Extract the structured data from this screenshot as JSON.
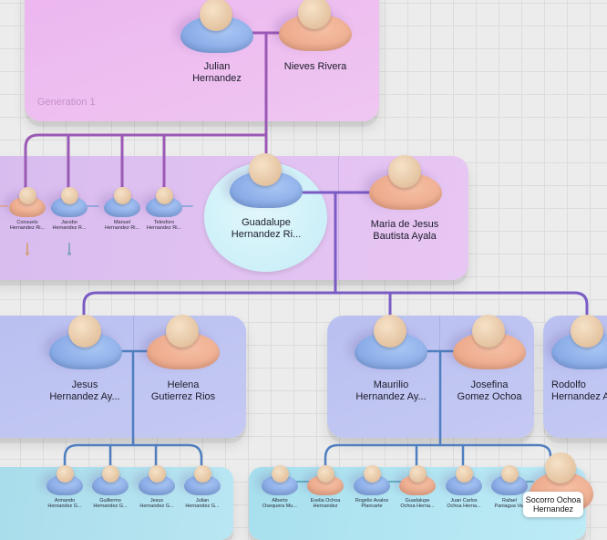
{
  "app": {
    "view": "family-tree"
  },
  "generations": [
    {
      "label": "Generation 1",
      "members": [
        {
          "name_line1": "Julian",
          "name_line2": "Hernandez",
          "sex": "male"
        },
        {
          "name_line1": "Nieves Rivera",
          "name_line2": "",
          "sex": "female"
        }
      ]
    },
    {
      "label": "",
      "members": [
        {
          "name_line1": "Consuelo",
          "name_line2": "Hernandez Ri...",
          "sex": "female"
        },
        {
          "name_line1": "Jacobo",
          "name_line2": "Hernandez R...",
          "sex": "male"
        },
        {
          "name_line1": "Manuel",
          "name_line2": "Hernandez Ri...",
          "sex": "male"
        },
        {
          "name_line1": "Telesforo",
          "name_line2": "Hernandez Ri...",
          "sex": "male"
        },
        {
          "name_line1": "Guadalupe",
          "name_line2": "Hernandez Ri...",
          "sex": "male",
          "selected": true
        },
        {
          "name_line1": "Maria de Jesus",
          "name_line2": "Bautista Ayala",
          "sex": "female"
        }
      ]
    },
    {
      "label": "",
      "members": [
        {
          "name_line1": "Jesus",
          "name_line2": "Hernandez Ay...",
          "sex": "male"
        },
        {
          "name_line1": "Helena",
          "name_line2": "Gutierrez Rios",
          "sex": "female"
        },
        {
          "name_line1": "Maurilio",
          "name_line2": "Hernandez Ay...",
          "sex": "male"
        },
        {
          "name_line1": "Josefina",
          "name_line2": "Gomez Ochoa",
          "sex": "female"
        },
        {
          "name_line1": "Rodolfo",
          "name_line2": "Hernandez A",
          "sex": "male"
        }
      ]
    },
    {
      "label": "",
      "members": [
        {
          "name_line1": "Armando",
          "name_line2": "Hernandez G...",
          "sex": "male"
        },
        {
          "name_line1": "Guillermo",
          "name_line2": "Hernandez G...",
          "sex": "male"
        },
        {
          "name_line1": "Jesus",
          "name_line2": "Hernandez G...",
          "sex": "male"
        },
        {
          "name_line1": "Julian",
          "name_line2": "Hernandez G...",
          "sex": "male"
        },
        {
          "name_line1": "Alberto",
          "name_line2": "Osequera Mu...",
          "sex": "male"
        },
        {
          "name_line1": "Evelia Ochoa",
          "name_line2": "Hernandez",
          "sex": "female"
        },
        {
          "name_line1": "Rogelio Avalos",
          "name_line2": "Plancarte",
          "sex": "male"
        },
        {
          "name_line1": "Guadalupe",
          "name_line2": "Ochoa Herna...",
          "sex": "female"
        },
        {
          "name_line1": "Juan Carlos",
          "name_line2": "Ochoa Herna...",
          "sex": "male"
        },
        {
          "name_line1": "Rafael",
          "name_line2": "Paniagua Var",
          "sex": "male"
        },
        {
          "name_line1": "Socorro Ochoa",
          "name_line2": "Hernandez",
          "sex": "female",
          "hovered": true
        }
      ]
    }
  ],
  "tooltip": {
    "line1": "Socorro Ochoa",
    "line2": "Hernandez"
  },
  "colors": {
    "male": "#86a9e6",
    "female": "#eda98b",
    "gen1_panel": "#ecb6ef",
    "gen2_panel": "#dcc0f0",
    "gen3_panel": "#bfc4f2",
    "gen4_panel": "#b0e2ef",
    "line_gen1": "#9b59b6",
    "line_gen2": "#7a5bc4",
    "line_gen3": "#4f7fc0"
  }
}
